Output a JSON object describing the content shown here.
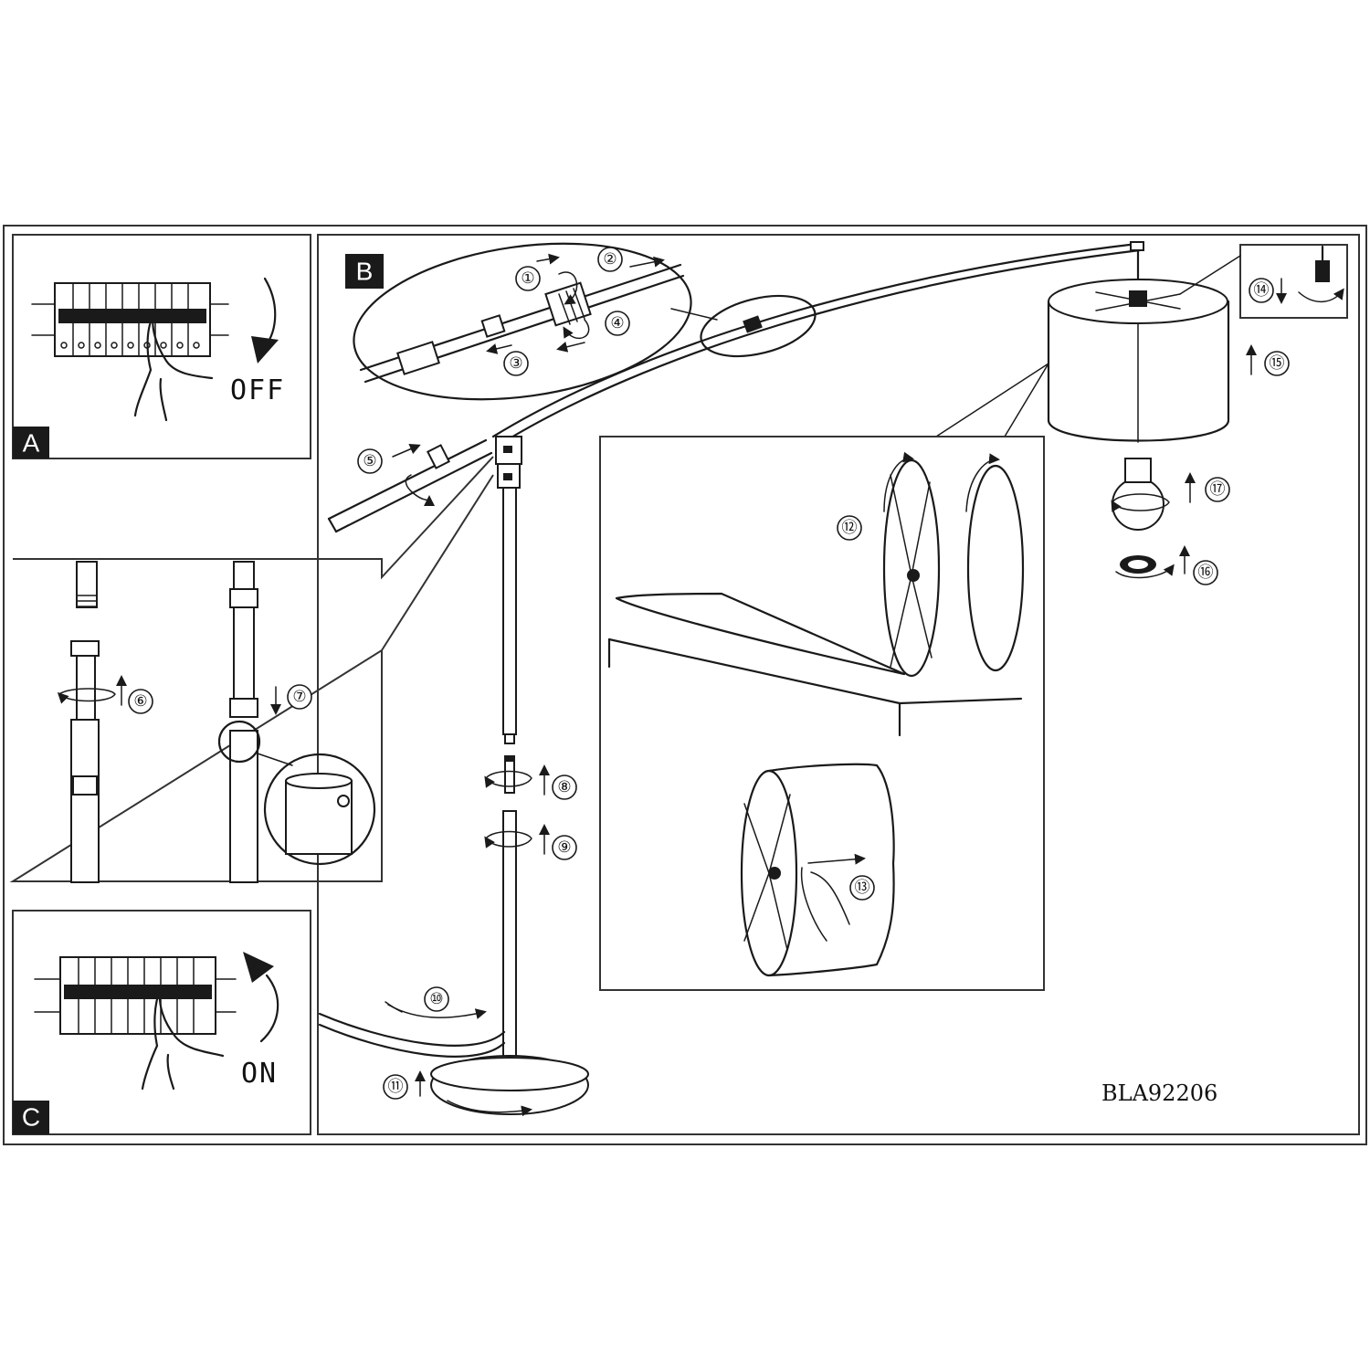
{
  "panels": {
    "a": {
      "letter": "A",
      "state": "OFF"
    },
    "b": {
      "letter": "B"
    },
    "c": {
      "letter": "C",
      "state": "ON"
    }
  },
  "steps": [
    "①",
    "②",
    "③",
    "④",
    "⑤",
    "⑥",
    "⑦",
    "⑧",
    "⑨",
    "⑩",
    "⑪",
    "⑫",
    "⑬",
    "⑭",
    "⑮",
    "⑯",
    "⑰"
  ],
  "model_code": "BLA92206"
}
